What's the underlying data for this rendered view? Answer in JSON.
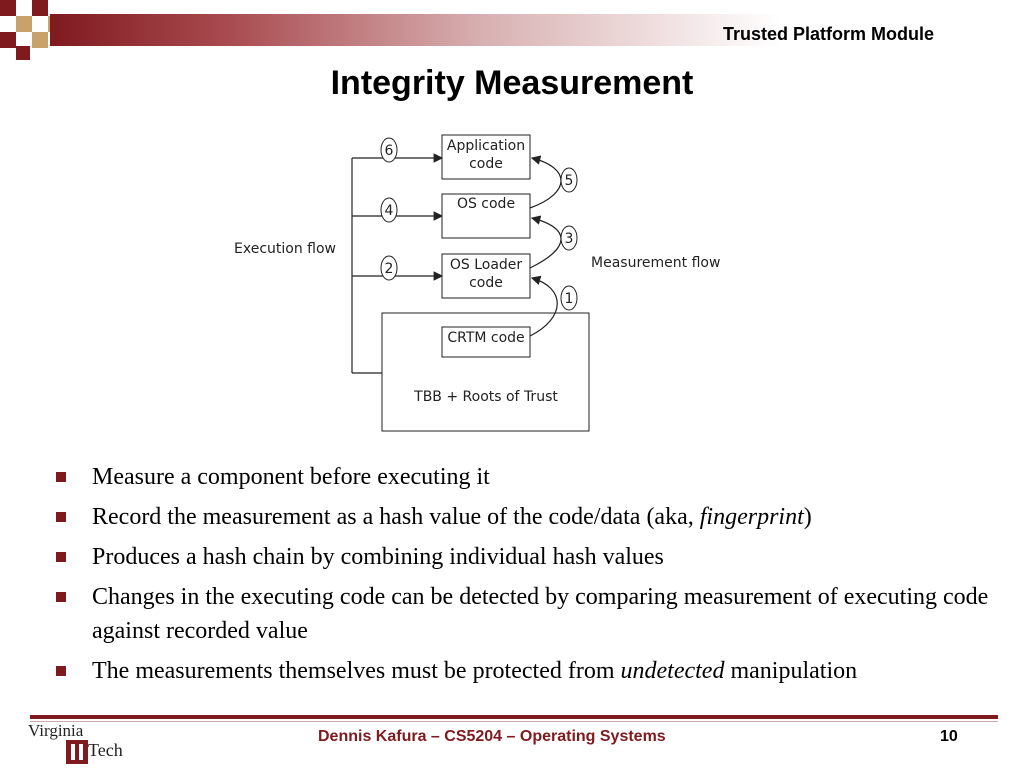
{
  "header": {
    "title": "Trusted Platform Module"
  },
  "slide": {
    "title": "Integrity Measurement"
  },
  "diagram": {
    "execution_flow_label": "Execution flow",
    "measurement_flow_label": "Measurement flow",
    "boxes": {
      "application_line1": "Application",
      "application_line2": "code",
      "os": "OS code",
      "loader_line1": "OS Loader",
      "loader_line2": "code",
      "crtm": "CRTM code",
      "tbb": "TBB + Roots of Trust"
    },
    "steps": [
      "1",
      "2",
      "3",
      "4",
      "5",
      "6"
    ]
  },
  "bullets": [
    {
      "text": "Measure a component before executing it"
    },
    {
      "pre": "Record the measurement as a hash value of the code/data (aka, ",
      "em": "fingerprint",
      "post": ")"
    },
    {
      "text": "Produces a hash chain by combining individual hash values"
    },
    {
      "text": "Changes in the executing code can be detected by comparing measurement of executing code against recorded value"
    },
    {
      "pre": "The measurements themselves must be protected from ",
      "em": "undetected",
      "post": " manipulation"
    }
  ],
  "footer": {
    "logo_text_line1": "Virginia",
    "logo_text_line2": "Tech",
    "text": "Dennis Kafura – CS5204 – Operating Systems",
    "page_number": "10"
  }
}
